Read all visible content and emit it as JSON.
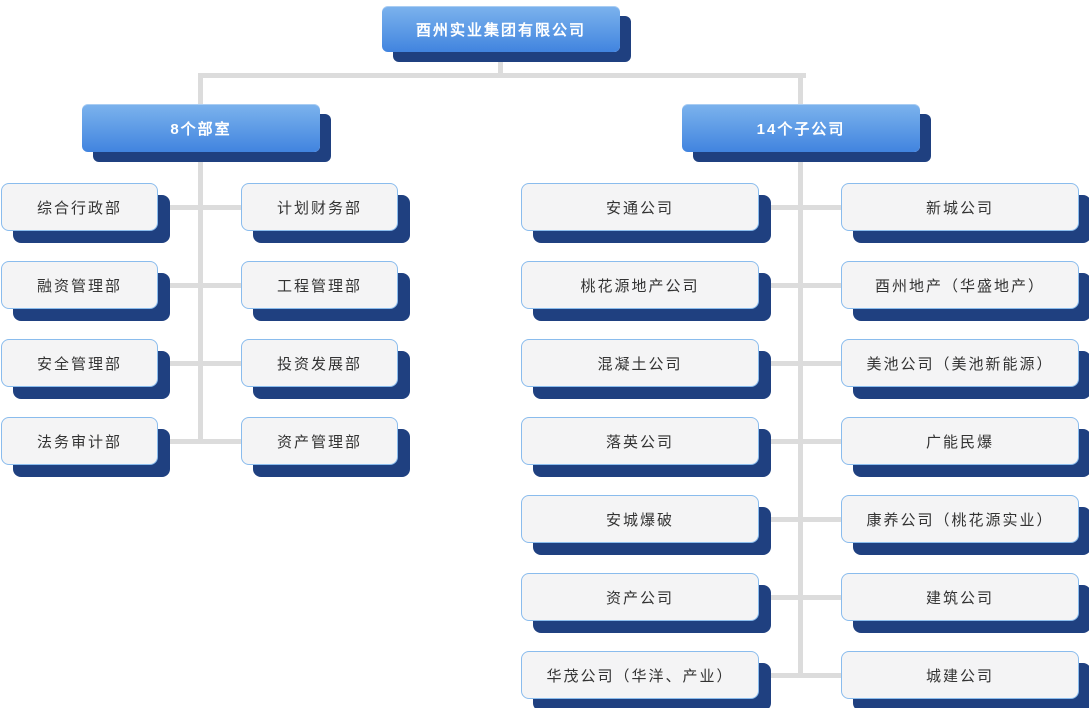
{
  "org_chart": {
    "root_label": "酉州实业集团有限公司",
    "branches": [
      {
        "id": "departments",
        "label": "8个部室",
        "columns": [
          [
            "综合行政部",
            "融资管理部",
            "安全管理部",
            "法务审计部"
          ],
          [
            "计划财务部",
            "工程管理部",
            "投资发展部",
            "资产管理部"
          ]
        ]
      },
      {
        "id": "subsidiaries",
        "label": "14个子公司",
        "columns": [
          [
            "安通公司",
            "桃花源地产公司",
            "混凝土公司",
            "落英公司",
            "安城爆破",
            "资产公司",
            "华茂公司（华洋、产业）"
          ],
          [
            "新城公司",
            "酉州地产（华盛地产）",
            "美池公司（美池新能源）",
            "广能民爆",
            "康养公司（桃花源实业）",
            "建筑公司",
            "城建公司"
          ]
        ]
      }
    ],
    "colors": {
      "node_gradient_top": "#7cb3ed",
      "node_gradient_bottom": "#4184df",
      "shadow_navy": "#1f4080",
      "leaf_background": "#f4f4f5",
      "leaf_border": "#8abced",
      "connector_line": "#dcdcdc",
      "leaf_text": "#333333",
      "node_text": "#ffffff"
    }
  }
}
